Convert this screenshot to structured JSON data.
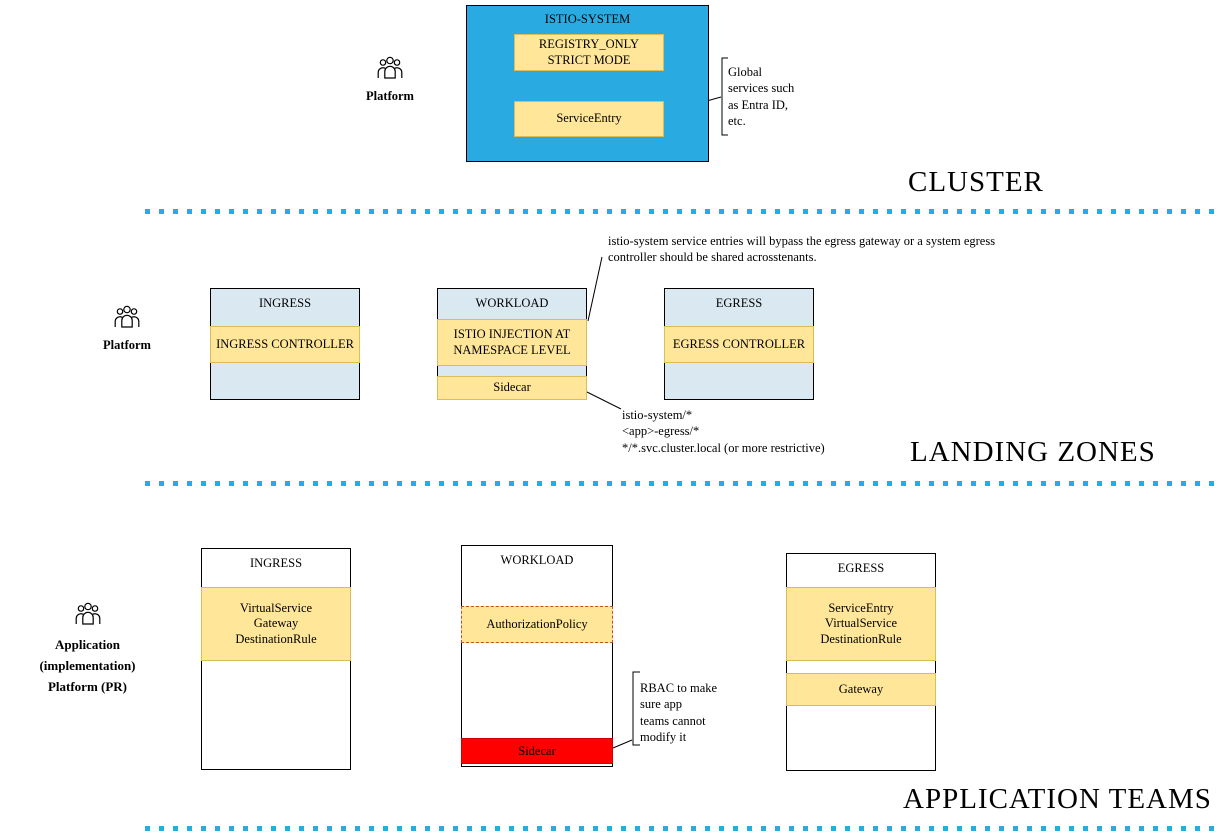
{
  "colors": {
    "istio_blue": "#29ABE2",
    "light_blue": "#DAE8F2",
    "yellow": "#FFE699",
    "yellow_border": "#DCBC55",
    "red": "#FE0000",
    "separator_dots": "#29ABE2"
  },
  "cluster": {
    "section_label": "CLUSTER",
    "actor_label": "Platform",
    "box_title": "ISTIO-SYSTEM",
    "registry_mode": "REGISTRY_ONLY\nSTRICT MODE",
    "service_entry": "ServiceEntry",
    "annotation": "Global\nservices such\nas Entra ID,\netc."
  },
  "landing_zones": {
    "section_label": "LANDING ZONES",
    "actor_label": "Platform",
    "annotation_top": "istio-system service entries will bypass the egress gateway or a system egress\ncontroller should be shared acrosstenants.",
    "annotation_bottom": "istio-system/*\n<app>-egress/*\n*/*.svc.cluster.local (or more restrictive)",
    "ingress": {
      "title": "INGRESS",
      "band": "INGRESS CONTROLLER"
    },
    "workload": {
      "title": "WORKLOAD",
      "band": "ISTIO INJECTION AT\nNAMESPACE LEVEL",
      "sidecar": "Sidecar"
    },
    "egress": {
      "title": "EGRESS",
      "band": "EGRESS CONTROLLER"
    }
  },
  "application_teams": {
    "section_label": "APPLICATION TEAMS",
    "actor_label": "Application\n(implementation)\nPlatform (PR)",
    "annotation": "RBAC to make\nsure app\nteams cannot\nmodify it",
    "ingress": {
      "title": "INGRESS",
      "band": "VirtualService\nGateway\nDestinationRule"
    },
    "workload": {
      "title": "WORKLOAD",
      "authorization": "AuthorizationPolicy",
      "sidecar": "Sidecar"
    },
    "egress": {
      "title": "EGRESS",
      "band": "ServiceEntry\nVirtualService\nDestinationRule",
      "gateway": "Gateway"
    }
  }
}
